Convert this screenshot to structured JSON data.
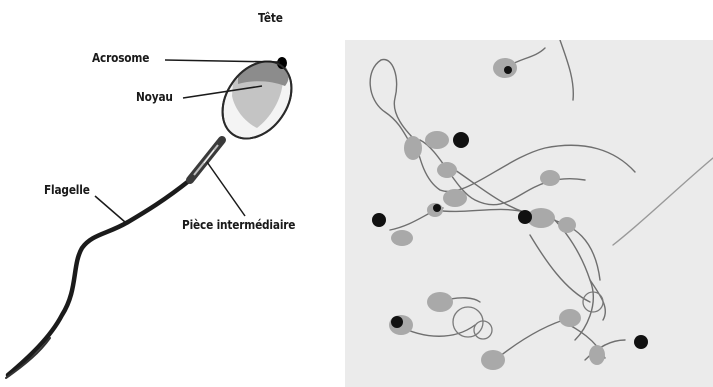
{
  "diagram": {
    "labels": {
      "head": "Tête",
      "acrosome": "Acrosome",
      "nucleus": "Noyau",
      "flagellum": "Flagelle",
      "midpiece": "Pièce intermédiaire"
    }
  },
  "photo": {
    "background_color": "#ebebeb",
    "cell_color": "#a9a9a9",
    "dark_spot_color": "#111111"
  }
}
